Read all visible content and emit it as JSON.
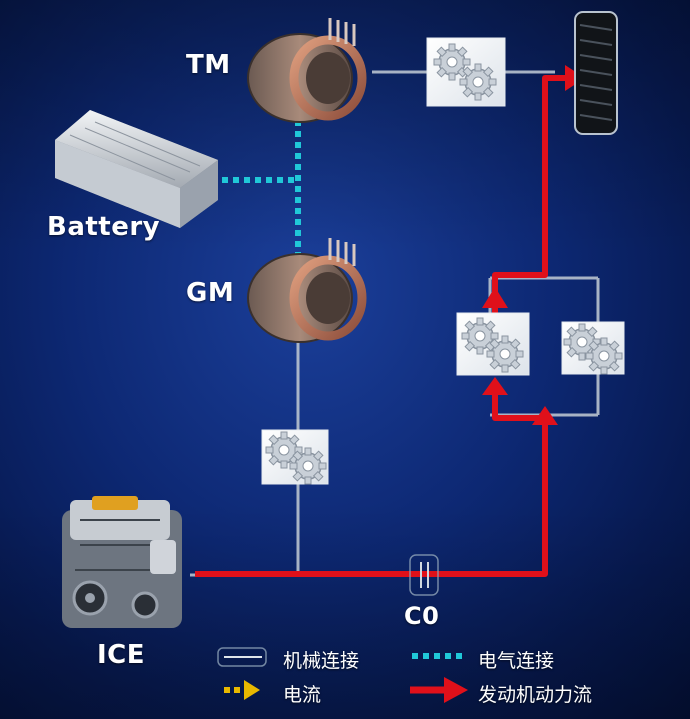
{
  "labels": {
    "tm": "TM",
    "battery": "Battery",
    "gm": "GM",
    "ice": "ICE",
    "c0": "C0"
  },
  "legend": {
    "mechanical": "机械连接",
    "electrical": "电气连接",
    "current": "电流",
    "engine_power_flow": "发动机动力流"
  },
  "colors": {
    "background": "#0d2873",
    "mechanical_line": "#b9c3cf",
    "electrical_line": "#20c8d8",
    "power_flow": "#e0101a",
    "current_arrow": "#e8b800"
  },
  "icons": [
    "battery-icon",
    "motor-icon",
    "gear-icon",
    "engine-icon",
    "tire-icon",
    "clutch-icon"
  ]
}
